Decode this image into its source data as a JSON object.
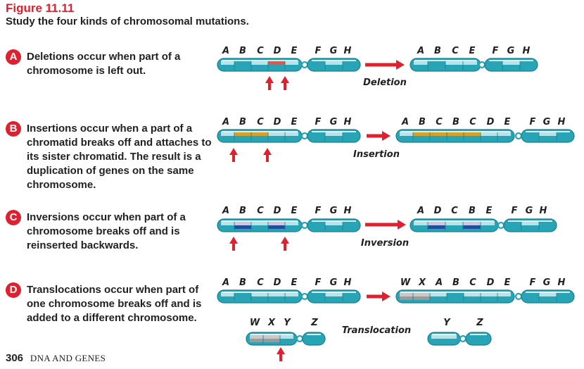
{
  "figure": {
    "title": "Figure 11.11",
    "subtitle": "Study the four kinds of chromosomal mutations."
  },
  "sections": [
    {
      "badge": "A",
      "text": "Deletions occur when part of a chromosome is left out."
    },
    {
      "badge": "B",
      "text": "Insertions occur when a part of a chromatid breaks off and attaches to its sister chromatid. The result is a duplication of genes on the same chromosome."
    },
    {
      "badge": "C",
      "text": "Inversions occur when part of a chromosome breaks off and is reinserted backwards."
    },
    {
      "badge": "D",
      "text": "Translocations occur when part of one chromosome breaks off and is added to a different chromosome."
    }
  ],
  "process_labels": {
    "deletion": "Deletion",
    "insertion": "Insertion",
    "inversion": "Inversion",
    "translocation": "Translocation"
  },
  "gene_labels": {
    "a_before": [
      "A",
      "B",
      "C",
      "D",
      "E",
      "F",
      "G",
      "H"
    ],
    "a_after": [
      "A",
      "B",
      "C",
      "E",
      "F",
      "G",
      "H"
    ],
    "b_before": [
      "A",
      "B",
      "C",
      "D",
      "E",
      "F",
      "G",
      "H"
    ],
    "b_after": [
      "A",
      "B",
      "C",
      "B",
      "C",
      "D",
      "E",
      "F",
      "G",
      "H"
    ],
    "c_before": [
      "A",
      "B",
      "C",
      "D",
      "E",
      "F",
      "G",
      "H"
    ],
    "c_after": [
      "A",
      "D",
      "C",
      "B",
      "E",
      "F",
      "G",
      "H"
    ],
    "d_before": [
      "A",
      "B",
      "C",
      "D",
      "E",
      "F",
      "G",
      "H"
    ],
    "d_second": [
      "W",
      "X",
      "Y",
      "Z"
    ],
    "d_after": [
      "W",
      "X",
      "A",
      "B",
      "C",
      "D",
      "E",
      "F",
      "G",
      "H"
    ],
    "d_after_second": [
      "Y",
      "Z"
    ]
  },
  "footer": {
    "page": "306",
    "title": "DNA AND GENES"
  },
  "colors": {
    "accent": "#e0202e",
    "chromosome_base": "#27a5b6",
    "chromosome_light": "#b9e3ea",
    "deleted_segment": "#e8534a",
    "inserted_segment": "#d4a22a",
    "inverted_segment": "#1e4f9c",
    "translocated_segment": "#9a9a9a"
  }
}
